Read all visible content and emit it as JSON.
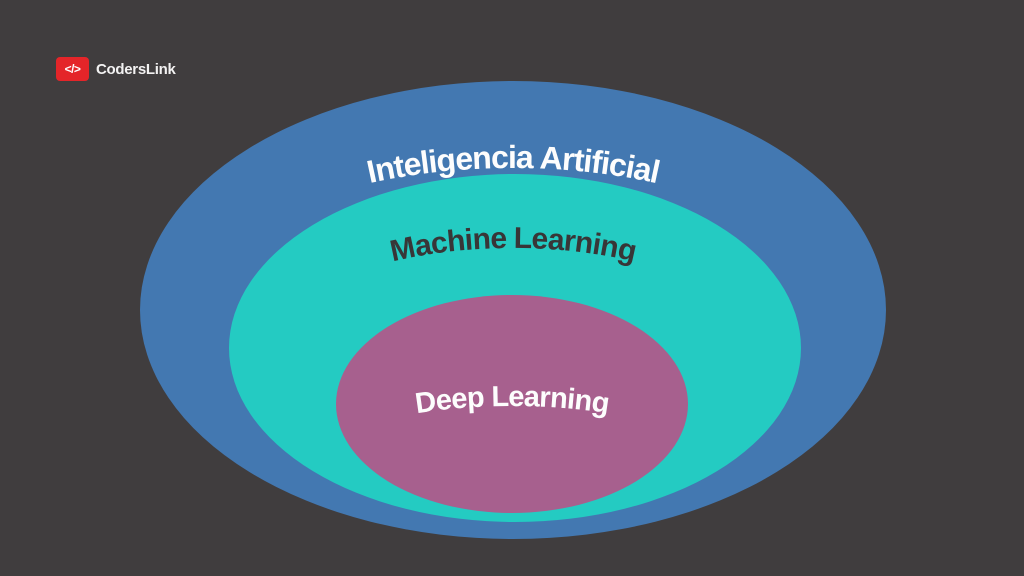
{
  "palette": {
    "background": "#403d3e",
    "ai_blue": "#4378b1",
    "ml_teal": "#24cbc2",
    "dl_purple": "#a7608e",
    "brand_red": "#e42529",
    "text_light": "#fdfdfd",
    "text_dark": "#383637"
  },
  "logo": {
    "icon_glyph": "</>",
    "brand_name": "CodersLink"
  },
  "diagram": {
    "type": "nested-euler-diagram",
    "rings": [
      {
        "label": "Inteligencia Artificial",
        "color": "#4378b1",
        "text_color": "#fdfdfd"
      },
      {
        "label": "Machine Learning",
        "color": "#24cbc2",
        "text_color": "#383637"
      },
      {
        "label": "Deep Learning",
        "color": "#a7608e",
        "text_color": "#fdfdfd"
      }
    ]
  }
}
